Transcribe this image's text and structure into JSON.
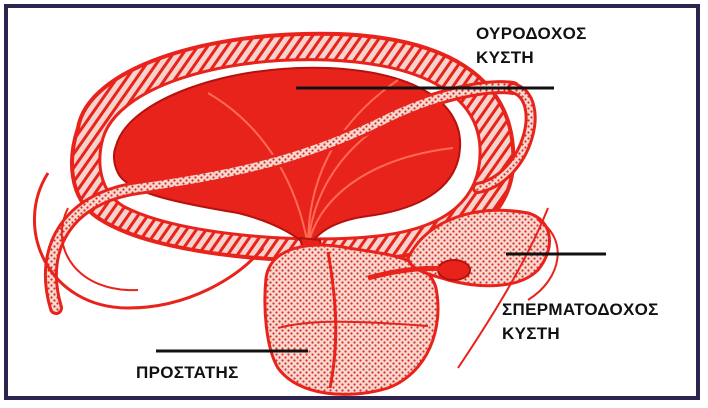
{
  "labels": {
    "bladder": {
      "line1": "ΟΥΡΟΔΟΧΟΣ",
      "line2": "ΚΥΣΤΗ"
    },
    "seminal_vesicle": {
      "line1": "ΣΠΕΡΜΑΤΟΔΟΧΟΣ",
      "line2": "ΚΥΣΤΗ"
    },
    "prostate": {
      "line1": "ΠΡΟΣΤΑΤΗΣ"
    }
  },
  "colors": {
    "frame": "#2b2550",
    "tissue_red": "#e8231c",
    "dark_red": "#b5120d",
    "pale_pink": "#f6d3cc",
    "leader_line": "#111111"
  }
}
